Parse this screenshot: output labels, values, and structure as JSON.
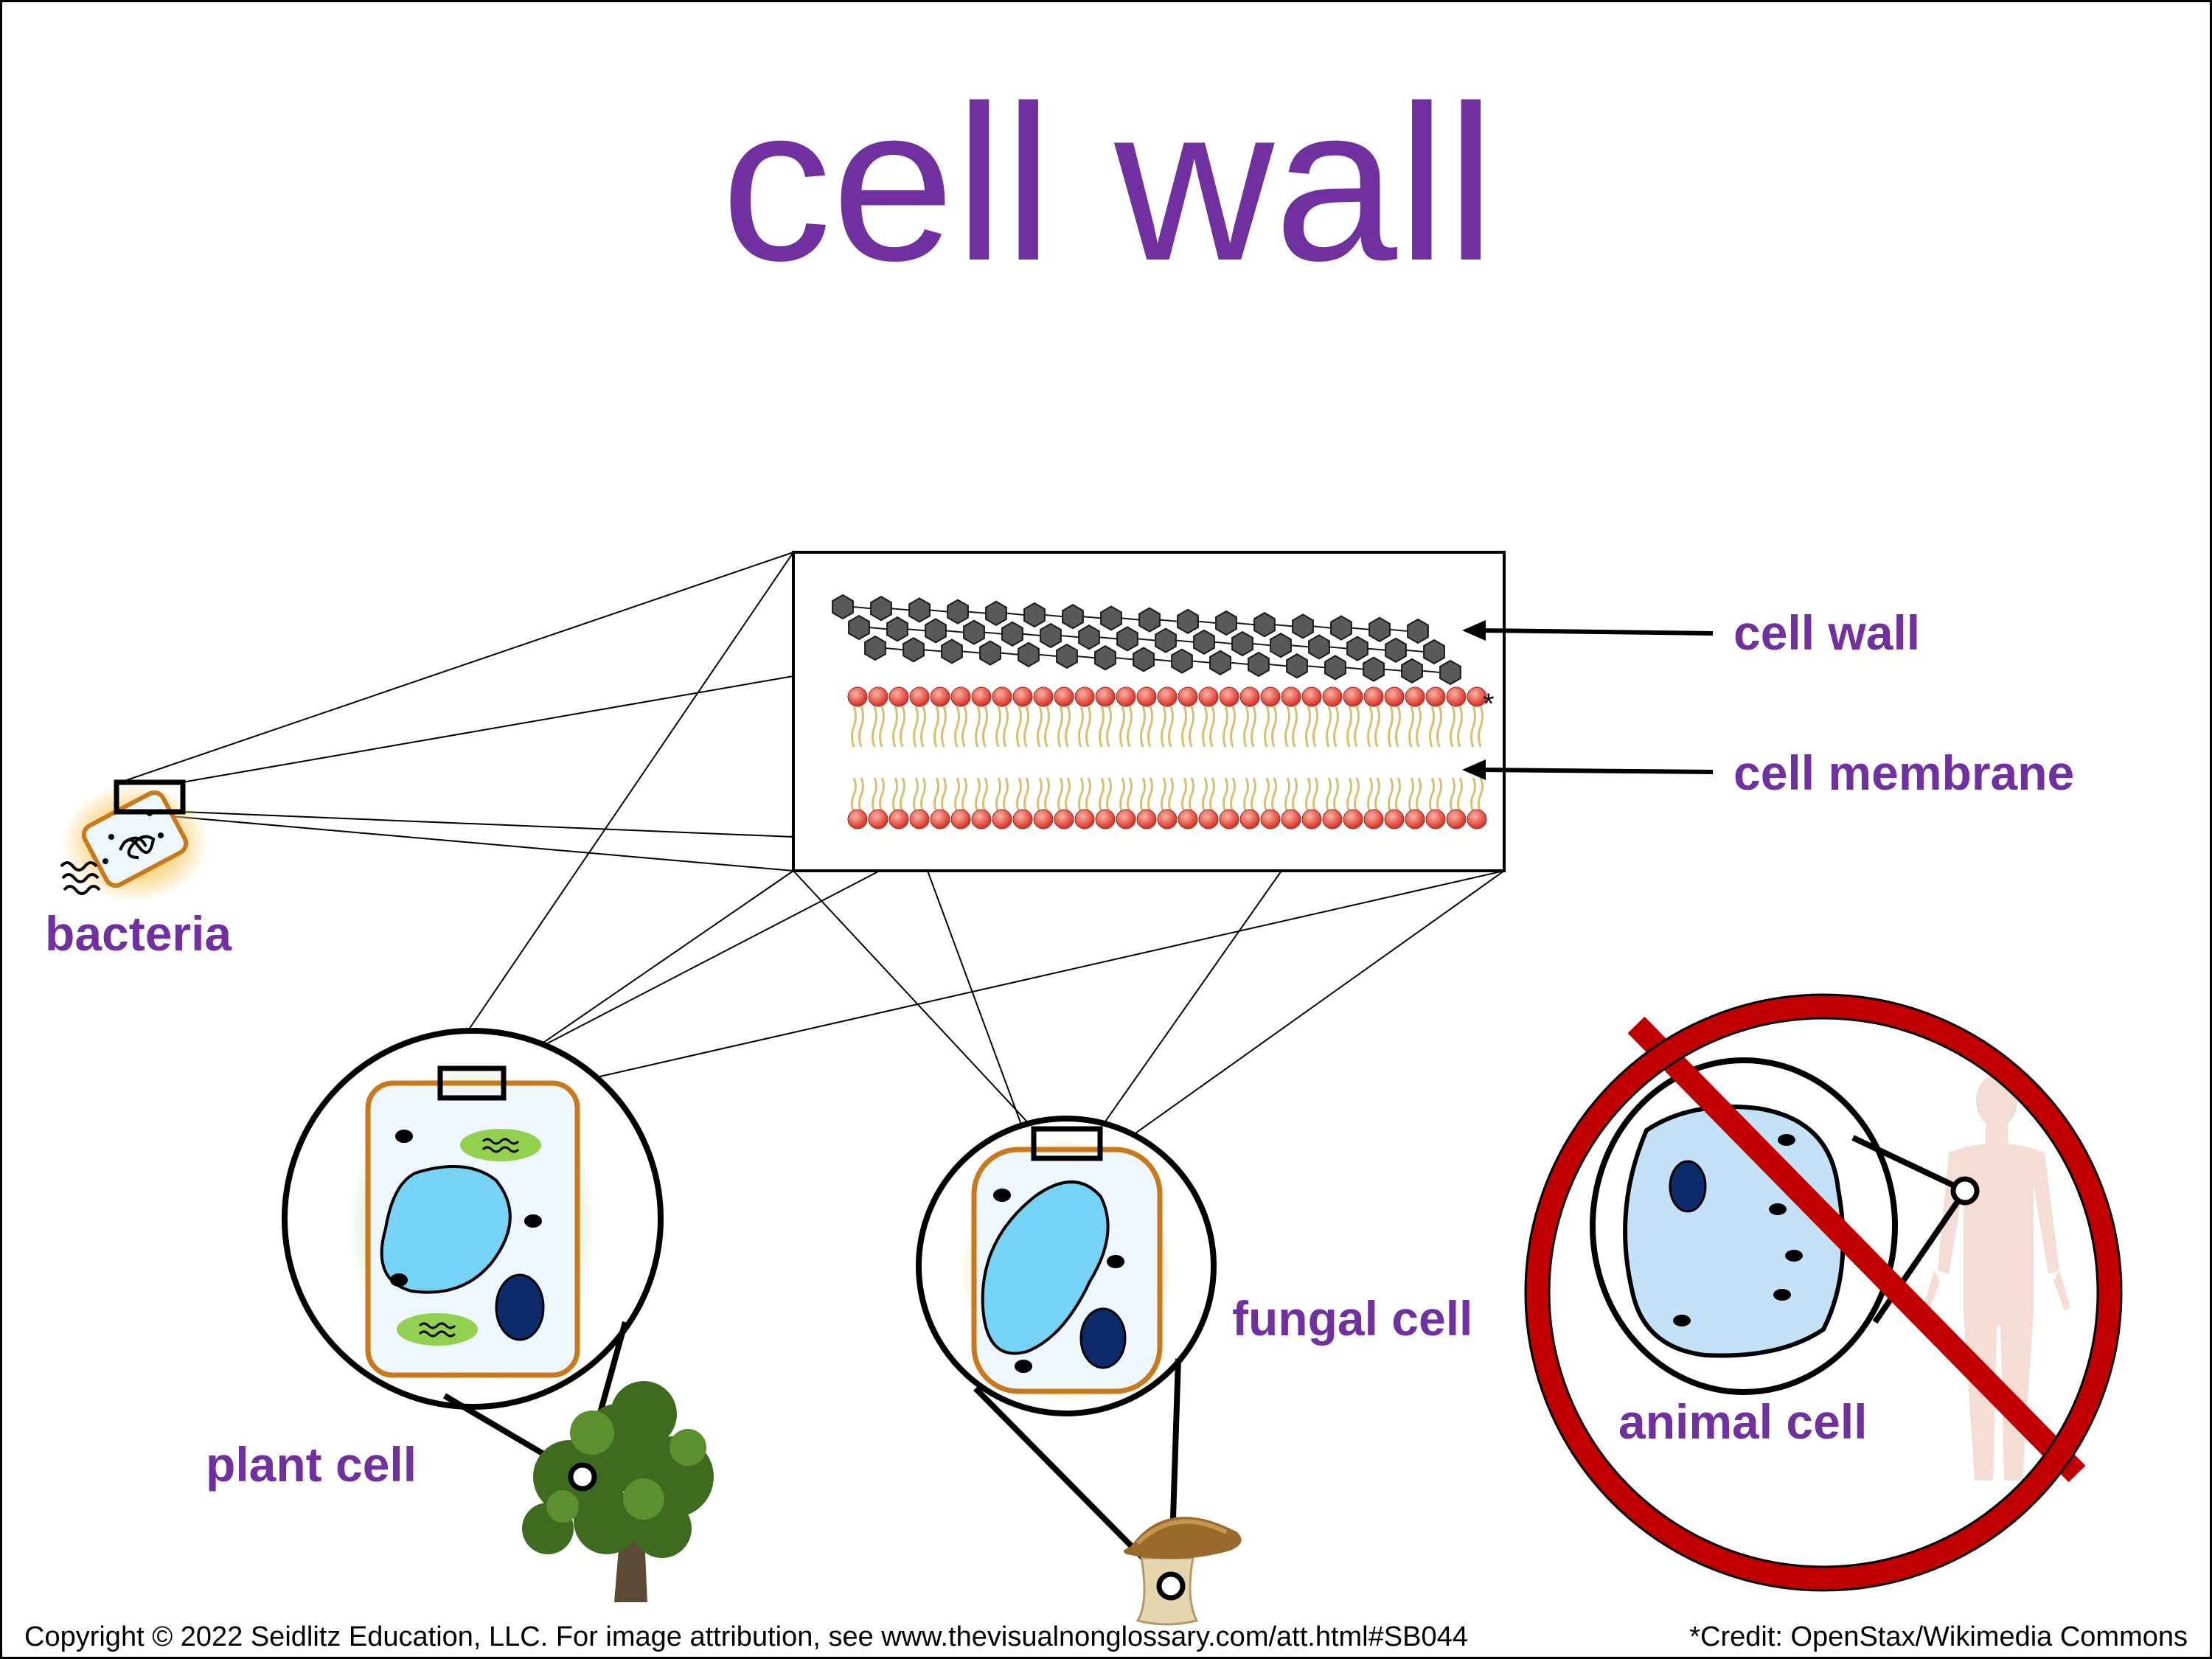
{
  "title": "cell wall",
  "labels": {
    "cell_wall": "cell wall",
    "cell_membrane": "cell membrane",
    "bacteria": "bacteria",
    "plant_cell": "plant cell",
    "fungal_cell": "fungal cell",
    "animal_cell": "animal cell",
    "asterisk": "*"
  },
  "footer": {
    "copyright": "Copyright © 2022 Seidlitz Education, LLC.  For image attribution, see www.thevisualnonglossary.com/att.html#SB044",
    "credit": "*Credit: OpenStax/Wikimedia Commons"
  },
  "colors": {
    "accent": "#7030a0",
    "prohibition": "#c00000",
    "nucleus": "#76d3f5",
    "vacuole": "#0d2a6b",
    "chloroplast": "#92d050",
    "cell_wall_orange": "#c9781c",
    "lipid_head": "#e8473a",
    "lipid_tail": "#d8c070",
    "wall_hexagon": "#595959"
  },
  "icons": [
    "bacteria-icon",
    "tree-icon",
    "mushroom-icon",
    "human-silhouette-icon",
    "prohibition-icon"
  ]
}
